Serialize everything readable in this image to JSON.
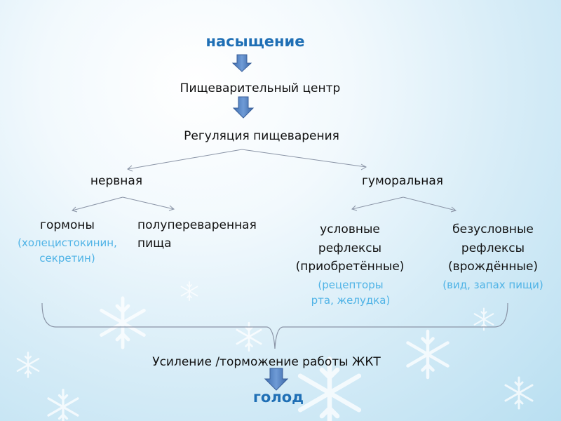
{
  "diagram": {
    "top": "насыщение",
    "center": "Пищеварительный центр",
    "regulation": "Регуляция пищеварения",
    "nervous": "нервная",
    "humoral": "гуморальная",
    "hormones": {
      "title": "гормоны",
      "detail_line1": "(холецистокинин,",
      "detail_line2": "секретин)"
    },
    "semi_digested": {
      "line1": "полупереваренная",
      "line2": "пища"
    },
    "conditioned": {
      "line1": "условные",
      "line2": "рефлексы",
      "line3": "(приобретённые)",
      "detail_line1": "(рецепторы",
      "detail_line2": "рта, желудка)"
    },
    "unconditioned": {
      "line1": "безусловные",
      "line2": "рефлексы",
      "line3": "(врождённые)",
      "detail": "(вид, запах пищи)"
    },
    "result": "Усиление /торможение работы ЖКТ",
    "bottom": "голод"
  },
  "colors": {
    "heading": "#1f6fb5",
    "detail": "#4fb3e6",
    "arrow": "#4a78b8",
    "line": "#8a94a6"
  }
}
